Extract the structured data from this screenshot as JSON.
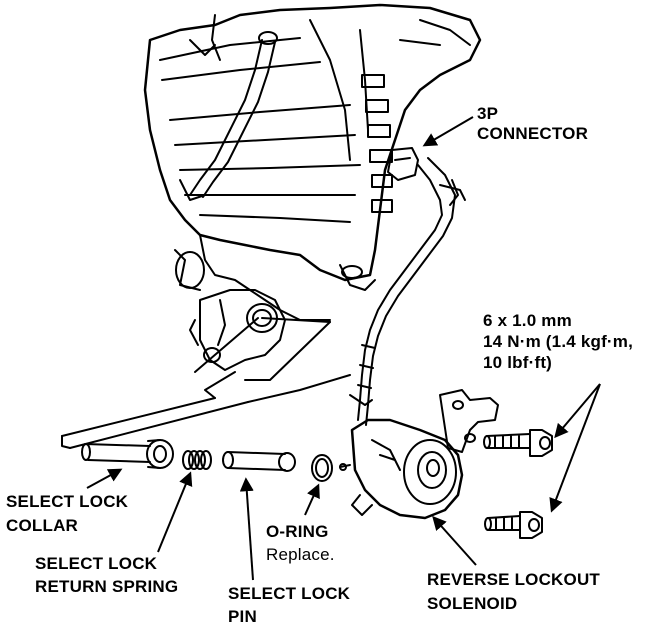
{
  "labels": {
    "connector": [
      "3P",
      "CONNECTOR"
    ],
    "bolt_spec": [
      "6 x 1.0 mm",
      "14 N·m (1.4 kgf·m,",
      "10 lbf·ft)"
    ],
    "select_lock_collar": [
      "SELECT LOCK",
      "COLLAR"
    ],
    "select_lock_return_spring": [
      "SELECT LOCK",
      "RETURN SPRING"
    ],
    "select_lock_pin": [
      "SELECT LOCK",
      "PIN"
    ],
    "o_ring": [
      "O-RING",
      "Replace."
    ],
    "reverse_lockout_solenoid": [
      "REVERSE LOCKOUT",
      "SOLENOID"
    ]
  },
  "colors": {
    "ink": "#000000",
    "paper": "#ffffff"
  }
}
